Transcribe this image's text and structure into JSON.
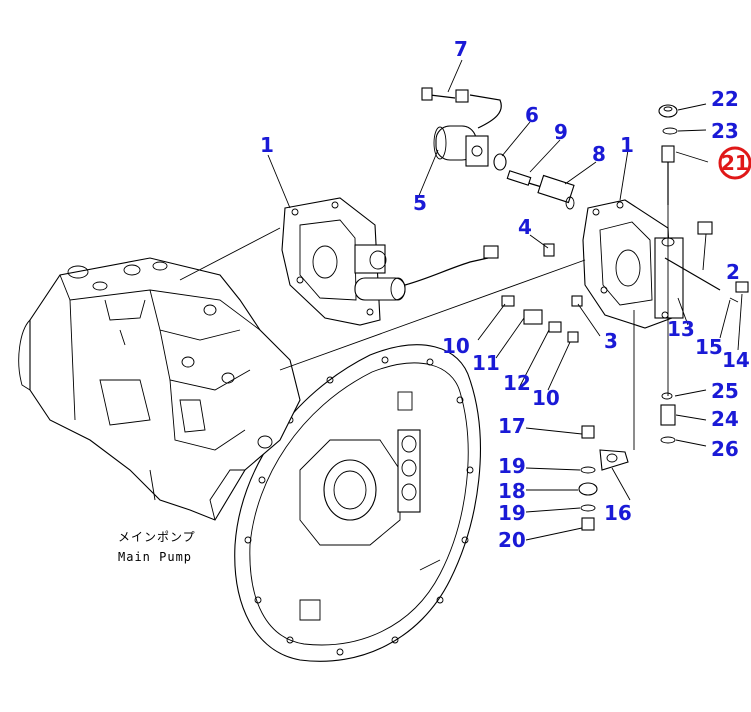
{
  "callouts": [
    "1",
    "1",
    "2",
    "3",
    "4",
    "5",
    "6",
    "7",
    "8",
    "9",
    "10",
    "10",
    "11",
    "12",
    "13",
    "14",
    "15",
    "16",
    "17",
    "18",
    "19",
    "19",
    "20",
    "21",
    "22",
    "23",
    "24",
    "25",
    "26"
  ],
  "highlighted": "21",
  "caption_jp": "メインポンプ",
  "caption_en": "Main Pump",
  "colors": {
    "callout": "#1a1ad6",
    "highlight": "#e01818",
    "line": "#000000"
  }
}
